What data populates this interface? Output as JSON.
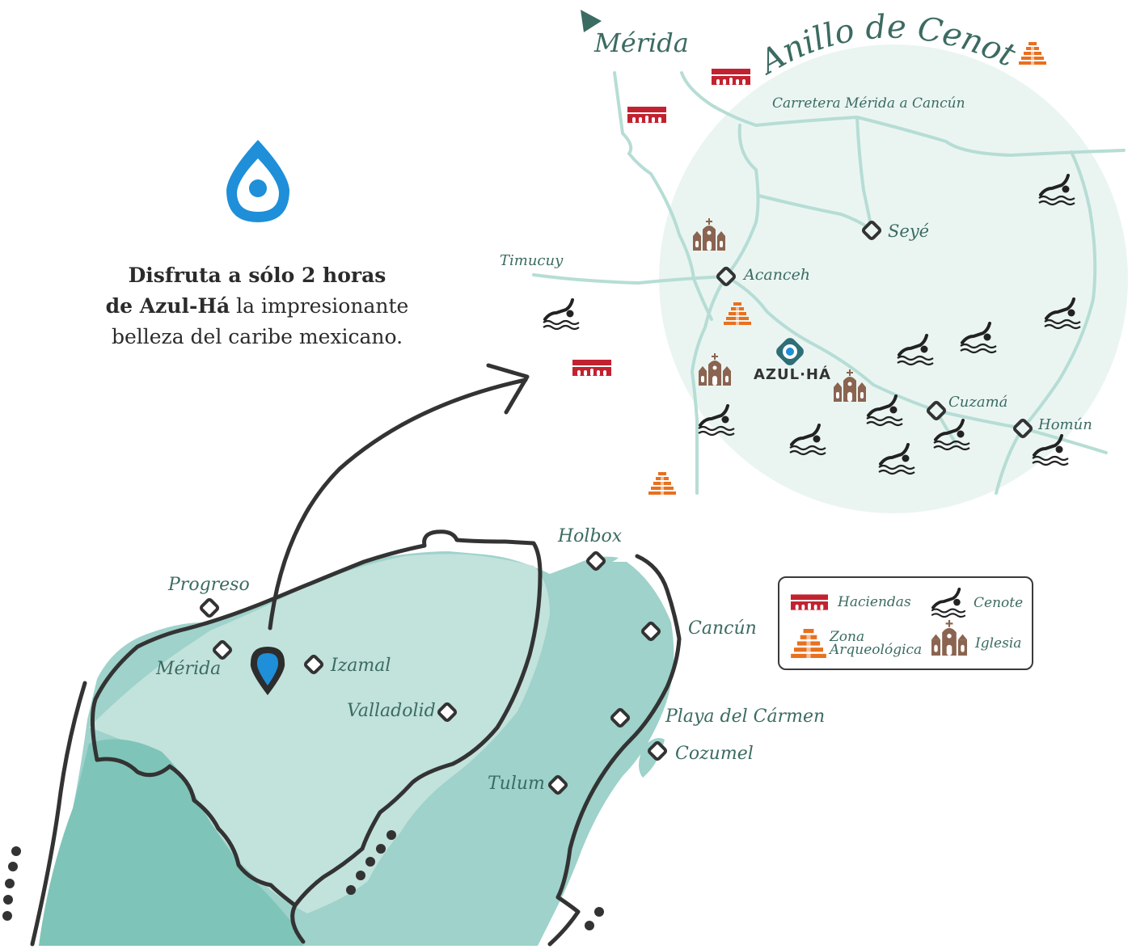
{
  "intro": {
    "line1": "Disfruta a sólo 2 horas",
    "line2_bold": "de Azul-Há",
    "line2_rest": " la impresionante",
    "line3": "belleza del caribe mexicano."
  },
  "detail_map": {
    "title": "Anillo de Cenotes",
    "direction_label": "Mérida",
    "road_label": "Carretera Mérida a Cancún",
    "brand_label": "AZUL·HÁ",
    "places": [
      {
        "name": "Seyé"
      },
      {
        "name": "Acanceh"
      },
      {
        "name": "Timucuy"
      },
      {
        "name": "Cuzamá"
      },
      {
        "name": "Homún"
      }
    ]
  },
  "region_map": {
    "places": [
      {
        "name": "Progreso"
      },
      {
        "name": "Mérida"
      },
      {
        "name": "Izamal"
      },
      {
        "name": "Valladolid"
      },
      {
        "name": "Holbox"
      },
      {
        "name": "Cancún"
      },
      {
        "name": "Playa del Cármen"
      },
      {
        "name": "Cozumel"
      },
      {
        "name": "Tulum"
      }
    ]
  },
  "legend": {
    "haciendas": "Haciendas",
    "cenote": "Cenote",
    "zona_line1": "Zona",
    "zona_line2": "Arqueológica",
    "iglesia": "Iglesia"
  },
  "icons": {
    "hacienda": "hacienda-icon",
    "cenote": "swimmer-icon",
    "pyramid": "pyramid-icon",
    "church": "church-icon",
    "drop": "water-drop-icon",
    "pin": "location-pin-icon"
  },
  "colors": {
    "hacienda": "#c2222f",
    "pyramid": "#e8701f",
    "church": "#8a6450",
    "label": "#3b6b62",
    "road": "#b6ddd5",
    "circle": "#eaf5f2",
    "land_light": "#c2e2dc",
    "land_mid": "#9ed2cb",
    "land_dark": "#7fc4b8",
    "drop": "#1e8fd8",
    "outline": "#333333"
  }
}
